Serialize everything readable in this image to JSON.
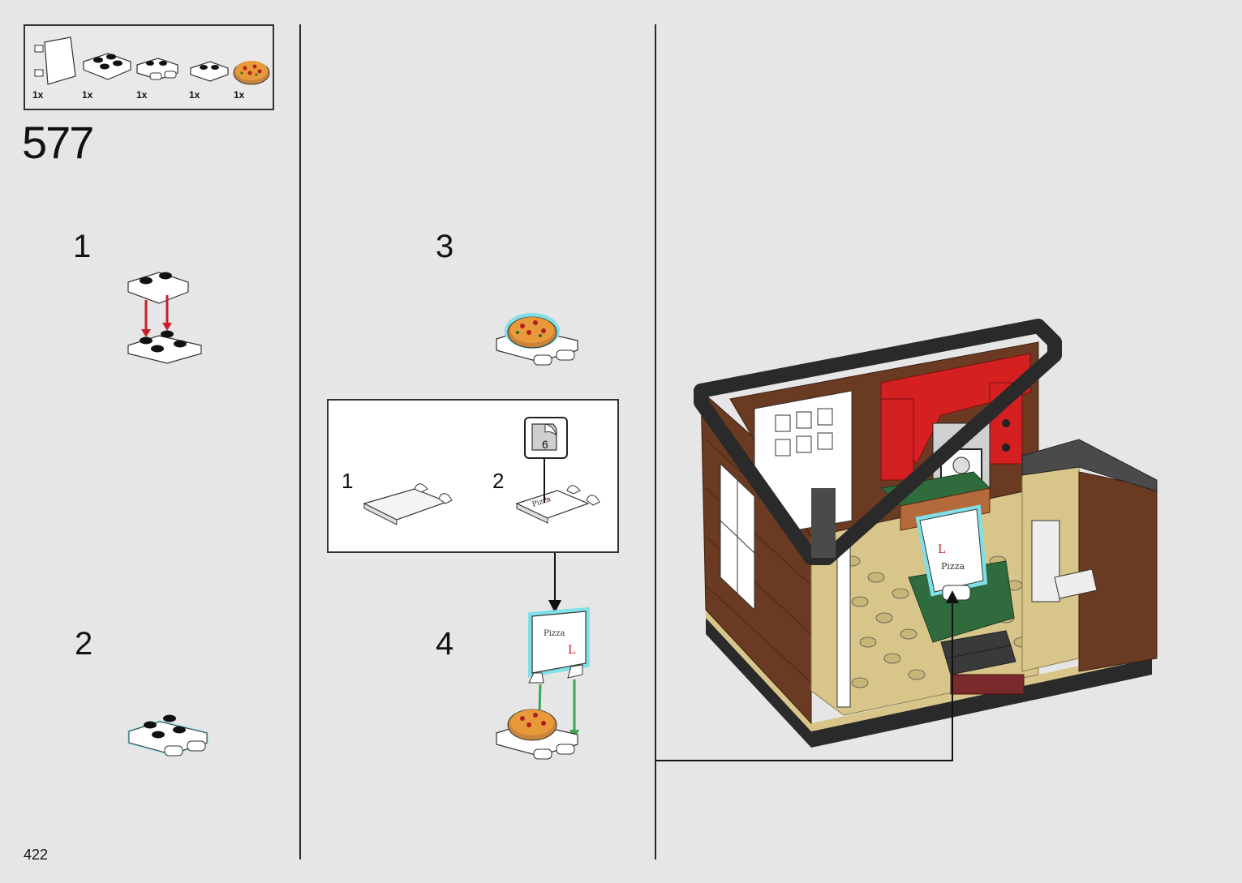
{
  "page_number": "422",
  "main_step": "577",
  "parts": [
    {
      "name": "white-flag-2x2-part",
      "qty": "1x"
    },
    {
      "name": "white-plate-2x2-part",
      "qty": "1x"
    },
    {
      "name": "white-plate-clips-part",
      "qty": "1x"
    },
    {
      "name": "white-plate-1x2-part",
      "qty": "1x"
    },
    {
      "name": "pizza-tile-part",
      "qty": "1x"
    }
  ],
  "substeps": [
    "1",
    "2",
    "3",
    "4"
  ],
  "callout": {
    "steps": [
      "1",
      "2"
    ],
    "sticker_number": "6"
  },
  "colors": {
    "background": "#e6e6e6",
    "arrow_red": "#c8202a",
    "arrow_green": "#3aa655",
    "highlight": "#7fe0e8",
    "brick": "#6b3a22",
    "tan": "#d8c58a",
    "dark_gray": "#4a4a4a",
    "red": "#d42020",
    "green": "#2f6b3c"
  }
}
